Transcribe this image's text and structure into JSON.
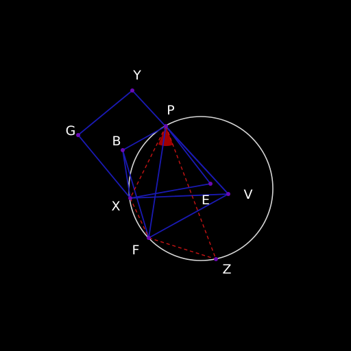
{
  "colors": {
    "background": "#000000",
    "circle": "#d8d8d8",
    "polygon": "#1a1ab4",
    "construction": "#c81414",
    "angle_fill": "#a00000",
    "point": "#6a0ab4",
    "label": "#ffffff"
  },
  "points": [
    {
      "id": "Y",
      "label": "Y"
    },
    {
      "id": "G",
      "label": "G"
    },
    {
      "id": "P",
      "label": "P"
    },
    {
      "id": "B",
      "label": "B"
    },
    {
      "id": "E",
      "label": "E"
    },
    {
      "id": "V",
      "label": "V"
    },
    {
      "id": "X",
      "label": "X"
    },
    {
      "id": "F",
      "label": "F"
    },
    {
      "id": "Z",
      "label": "Z"
    }
  ],
  "circle": {
    "center": "unlabeled",
    "passes_through": [
      "P",
      "F",
      "Z"
    ]
  },
  "polygons": [
    {
      "name": "square-GYVX",
      "vertices": [
        "G",
        "Y",
        "V",
        "X"
      ]
    },
    {
      "name": "quad-BPEX",
      "vertices": [
        "B",
        "P",
        "E",
        "X"
      ]
    },
    {
      "name": "triangle-PVF",
      "vertices": [
        "P",
        "V",
        "F"
      ]
    },
    {
      "name": "segment-BF",
      "vertices": [
        "B",
        "F"
      ]
    }
  ],
  "construction_segments": [
    [
      "P",
      "X"
    ],
    [
      "X",
      "F"
    ],
    [
      "F",
      "Z"
    ],
    [
      "P",
      "Z"
    ]
  ],
  "angle_marker": {
    "vertex": "P",
    "from": "X",
    "to": "Z"
  }
}
